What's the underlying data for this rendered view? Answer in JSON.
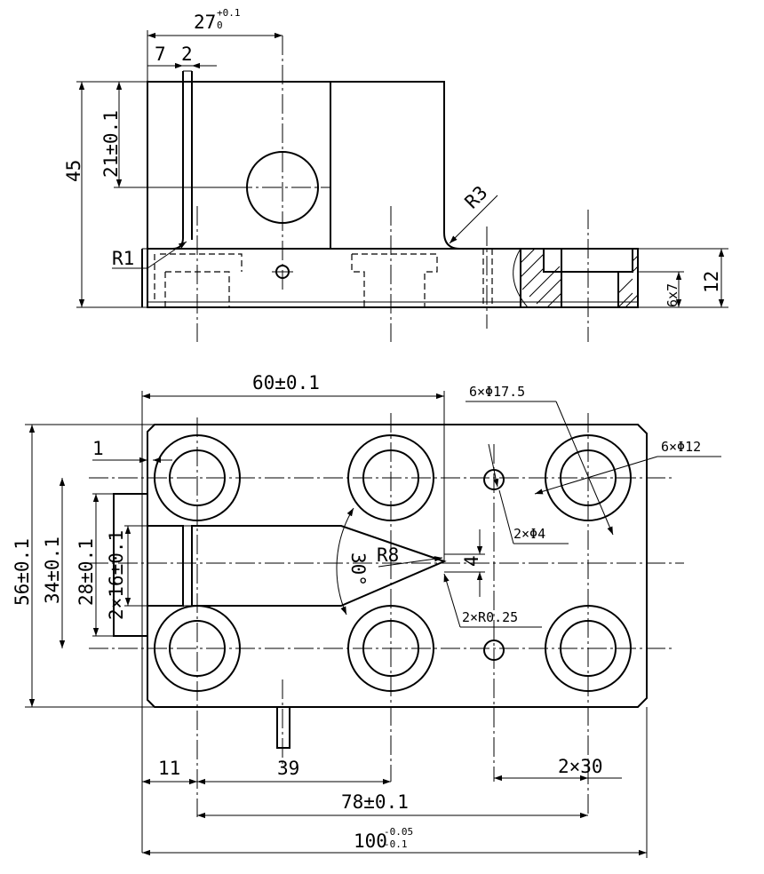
{
  "dims": {
    "top_width": "27",
    "top_width_tol_upper": "+0.1",
    "top_width_tol_lower": "0",
    "d7": "7",
    "d2": "2",
    "d45": "45",
    "d21": "21±0.1",
    "r1": "R1",
    "r3": "R3",
    "d12": "12",
    "d6x7": "6x7",
    "d60": "60±0.1",
    "holes_cb": "6×Φ17.5",
    "holes_12": "6×Φ12",
    "holes_4": "2×Φ4",
    "d1": "1",
    "d56": "56±0.1",
    "d34": "34±0.1",
    "d28": "28±0.1",
    "d2x16": "2×16±0.1",
    "r8": "R8",
    "angle30": "30°",
    "d4": "4",
    "r025": "2×R0.25",
    "d11": "11",
    "d39": "39",
    "d2x30": "2×30",
    "d78": "78±0.1",
    "d100": "100",
    "d100_tol_upper": "-0.05",
    "d100_tol_lower": "-0.1"
  }
}
